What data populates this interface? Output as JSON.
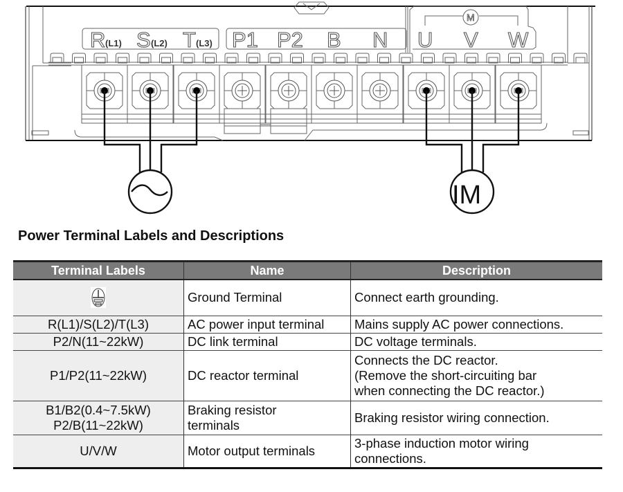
{
  "diagram": {
    "input_group_labels": [
      {
        "main": "R",
        "sub": "(L1)"
      },
      {
        "main": "S",
        "sub": "(L2)"
      },
      {
        "main": "T",
        "sub": "(L3)"
      }
    ],
    "dc_labels": [
      "P1",
      "P2",
      "B",
      "N"
    ],
    "output_labels": [
      "U",
      "V",
      "W"
    ],
    "motor_badge": "M",
    "ac_source_symbol": "~",
    "motor_symbol": "IM"
  },
  "section": {
    "title": "Power Terminal Labels and Descriptions"
  },
  "table": {
    "headers": [
      "Terminal Labels",
      "Name",
      "Description"
    ],
    "rows": [
      {
        "label": "",
        "icon": "ground-terminal-icon",
        "name": "Ground Terminal",
        "description": [
          "Connect earth grounding."
        ]
      },
      {
        "label": "R(L1)/S(L2)/T(L3)",
        "name": "AC power input terminal",
        "description": [
          "Mains supply AC power connections."
        ]
      },
      {
        "label": "P2/N(11~22kW)",
        "name": "DC link terminal",
        "description": [
          "DC voltage terminals."
        ]
      },
      {
        "label": "P1/P2(11~22kW)",
        "name": "DC reactor terminal",
        "description": [
          "Connects the DC reactor.",
          "(Remove the short-circuiting bar",
          "when connecting the DC reactor.)"
        ]
      },
      {
        "label": "B1/B2(0.4~7.5kW)",
        "label2": "P2/B(11~22kW)",
        "name": "Braking resistor",
        "name2": "terminals",
        "description": [
          "Braking resistor wiring connection."
        ]
      },
      {
        "label": "U/V/W",
        "name": "Motor output terminals",
        "description": [
          "3-phase induction motor wiring",
          "connections."
        ]
      }
    ]
  },
  "colors": {
    "header_bg": "#7a7a7a",
    "label_cell_bg": "#eeeeee"
  }
}
